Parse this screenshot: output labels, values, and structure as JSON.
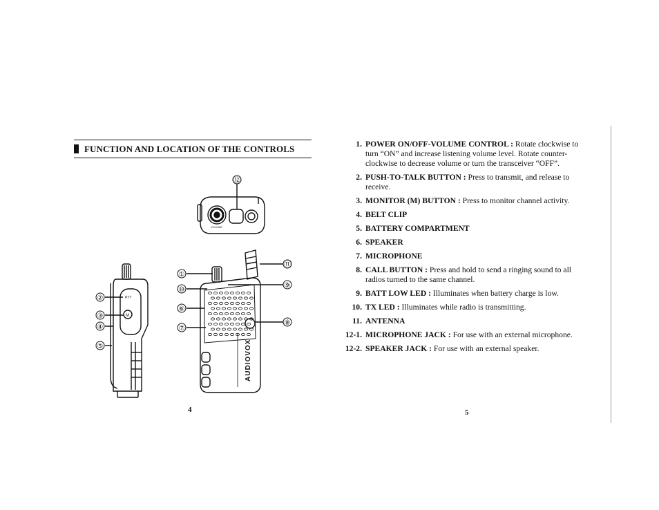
{
  "left_page": {
    "heading": "FUNCTION AND LOCATION OF THE CONTROLS",
    "page_number": "4",
    "figure": {
      "callouts": [
        "①",
        "②",
        "③",
        "④",
        "⑤",
        "⑥",
        "⑦",
        "⑧",
        "⑨",
        "⑩",
        "⑪",
        "⑫"
      ],
      "labels": {
        "ptt": "PTT",
        "monitor": "M",
        "volume": "VOLUME",
        "brand": "AUDIOVOX"
      }
    }
  },
  "right_page": {
    "page_number": "5",
    "items": [
      {
        "num": "1.",
        "label": "POWER ON/OFF-VOLUME CONTROL :",
        "desc": " Rotate clockwise to turn “ON” and increase listening volume level. Rotate counter-clockwise to decrease volume or turn the transceiver “OFF”."
      },
      {
        "num": "2.",
        "label": "PUSH-TO-TALK BUTTON :",
        "desc": " Press to transmit, and release to receive."
      },
      {
        "num": "3.",
        "label": "MONITOR (M) BUTTON :",
        "desc": " Press to monitor channel activity."
      },
      {
        "num": "4.",
        "label": "BELT CLIP",
        "desc": ""
      },
      {
        "num": "5.",
        "label": "BATTERY COMPARTMENT",
        "desc": ""
      },
      {
        "num": "6.",
        "label": "SPEAKER",
        "desc": ""
      },
      {
        "num": "7.",
        "label": "MICROPHONE",
        "desc": ""
      },
      {
        "num": "8.",
        "label": "CALL  BUTTON :",
        "desc": " Press and hold to send a ringing sound to all radios turned to the same channel."
      },
      {
        "num": "9.",
        "label": "BATT LOW LED :",
        "desc": " Illuminates when battery charge is low."
      },
      {
        "num": "10.",
        "label": "TX LED :",
        "desc": " Illuminates while radio is transmitting."
      },
      {
        "num": "11.",
        "label": "ANTENNA",
        "desc": ""
      },
      {
        "num": "12-1.",
        "label": "MICROPHONE JACK :",
        "desc": " For use with an external microphone."
      },
      {
        "num": "12-2.",
        "label": "SPEAKER JACK :",
        "desc": " For use with  an external speaker."
      }
    ]
  }
}
